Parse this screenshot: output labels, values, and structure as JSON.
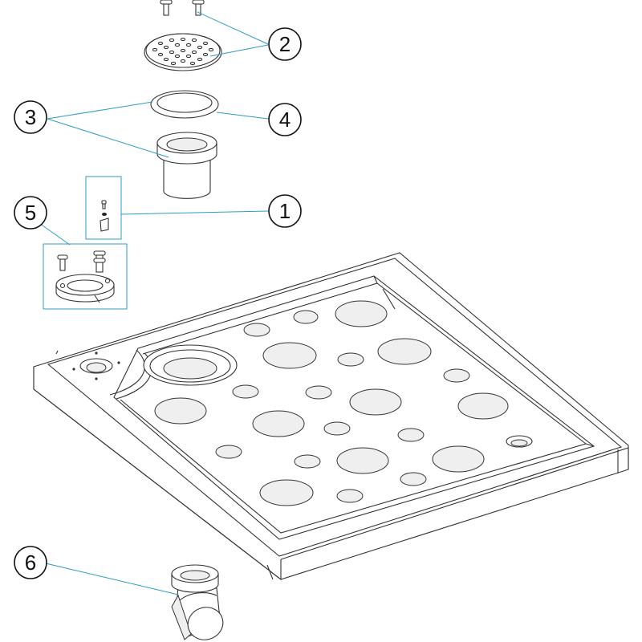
{
  "diagram": {
    "leader_color": "#2e9bc4",
    "callouts": [
      {
        "id": "c2",
        "label": "2"
      },
      {
        "id": "c3",
        "label": "3"
      },
      {
        "id": "c4",
        "label": "4"
      },
      {
        "id": "c1",
        "label": "1"
      },
      {
        "id": "c5",
        "label": "5"
      },
      {
        "id": "c6",
        "label": "6"
      }
    ]
  }
}
